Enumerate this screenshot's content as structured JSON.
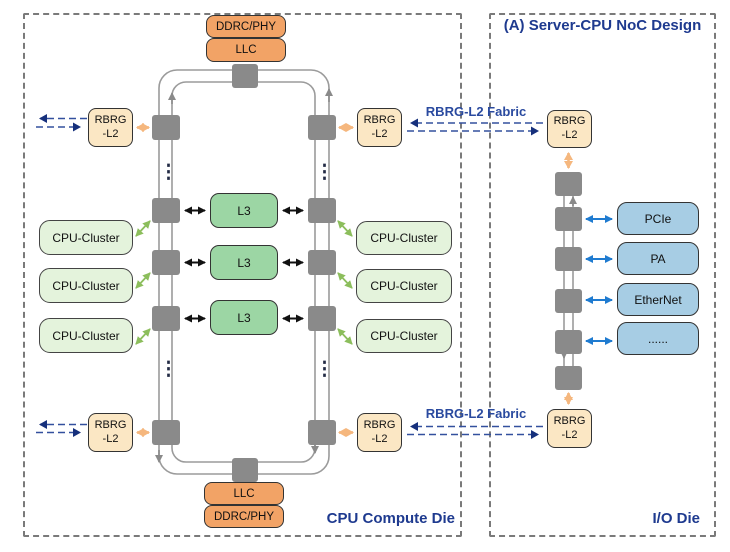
{
  "titles": {
    "design": "(A) Server-CPU NoC Design",
    "compute_die": "CPU Compute Die",
    "io_die": "I/O Die"
  },
  "compute_die": {
    "memory_top": {
      "outer": "DDRC/PHY",
      "inner": "LLC"
    },
    "memory_bottom": {
      "inner": "LLC",
      "outer": "DDRC/PHY"
    },
    "l3": "L3",
    "cpu_cluster": "CPU-Cluster",
    "ellipsis": "⋮"
  },
  "bridge": {
    "line1": "RBRG",
    "line2": "-L2",
    "fabric_label": "RBRG-L2 Fabric"
  },
  "io_die": {
    "peripherals": [
      "PCIe",
      "PA",
      "EtherNet",
      "......"
    ]
  },
  "colors": {
    "navy_text": "#1E3A8F",
    "dashed_arrow_line": "#33509E",
    "dashed_arrow_head": "#16307C",
    "orange_box": "#F2A366",
    "tan_box": "#FBE7C4",
    "light_green_box": "#E4F3DC",
    "green_box": "#9CD6A4",
    "blue_box": "#A7CDE4",
    "router_gray": "#8A8A8A",
    "wire_gray": "#9B9B9B",
    "green_arrow": "#8CBE5C",
    "orange_arrow": "#F5B77E",
    "blue_arrow": "#1F7BD0",
    "black_arrow": "#111111"
  }
}
